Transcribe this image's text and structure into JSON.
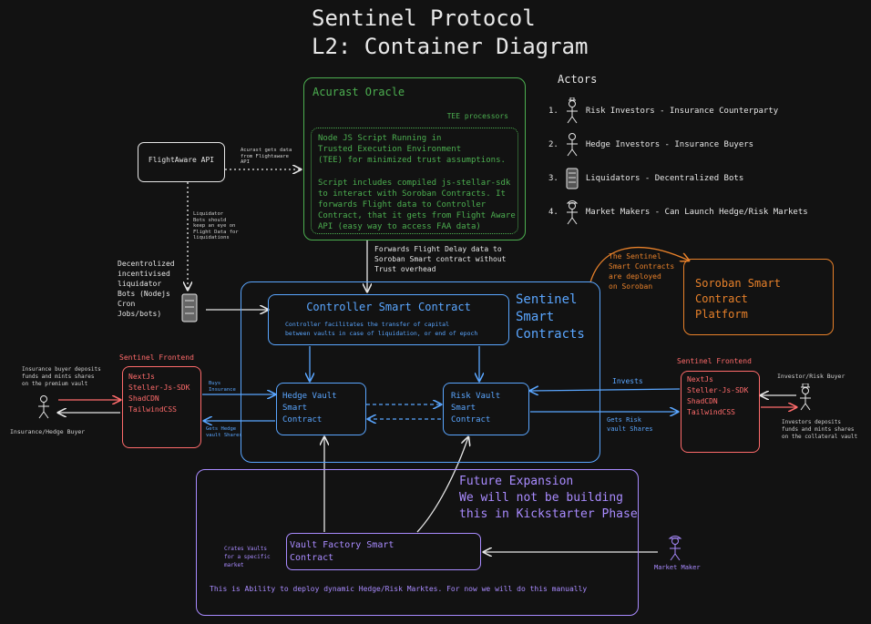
{
  "title": {
    "line1": "Sentinel Protocol",
    "line2": "L2: Container Diagram"
  },
  "actors": {
    "heading": "Actors",
    "items": [
      {
        "num": "1.",
        "label": "Risk Investors - Insurance Counterparty"
      },
      {
        "num": "2.",
        "label": "Hedge Investors - Insurance Buyers"
      },
      {
        "num": "3.",
        "label": "Liquidators - Decentralized Bots"
      },
      {
        "num": "4.",
        "label": "Market Makers - Can Launch Hedge/Risk Markets"
      }
    ]
  },
  "oracle": {
    "title": "Acurast Oracle",
    "tee_label": "TEE processors",
    "desc1": "Node JS Script Running in\nTrusted Execution Environment\n(TEE) for minimized trust assumptions.",
    "desc2": "Script includes compiled js-stellar-sdk\nto interact with Soroban Contracts. It\nforwards Flight data to Controller\nContract, that it gets from Flight Aware\nAPI (easy way to access FAA data)",
    "forward_note": "Forwards Flight Delay data to\nSoroban Smart contract without\nTrust overhead"
  },
  "flightaware": {
    "label": "FlightAware API",
    "note_to_oracle": "Acurast gets data\nfrom Flightaware\nAPI",
    "note_to_bots": "Liquidator\nBots should\nkeep an eye on\nFlight Data for\nliquidations"
  },
  "bots": {
    "label": "Decentrolized\nincentivised\nliquidator\nBots (Nodejs\nCron\nJobs/bots)"
  },
  "sentinel_contracts": {
    "title": "Sentinel\nSmart\nContracts",
    "controller_title": "Controller Smart Contract",
    "controller_desc": "Controller facilitates the transfer of capital\nbetween vaults in case of liquidation, or end of epoch",
    "hedge_vault": "Hedge Vault\nSmart\nContract",
    "risk_vault": "Risk Vault\nSmart\nContract"
  },
  "soroban": {
    "label": "Soroban Smart\nContract\nPlatform",
    "note": "The Sentinel\nSmart Contracts\nare deployed\non Soroban"
  },
  "frontend_left": {
    "title": "Sentinel Frontend",
    "stack": "NextJs\nSteller-Js-SDK\nShadCDN\nTailwindCSS",
    "buys_insurance": "Buys\nInsurance",
    "gets_shares": "Gets Hedge\nvault Shares"
  },
  "frontend_right": {
    "title": "Sentinel Frontend",
    "stack": "NextJs\nSteller-Js-SDK\nShadCDN\nTailwindCSS",
    "invests": "Invests",
    "gets_risk": "Gets Risk\nvault Shares"
  },
  "insurance_buyer": {
    "note": "Insurance buyer deposits\nfunds and mints shares\non the premium vault",
    "label": "Insurance/Hedge Buyer"
  },
  "investor": {
    "label": "Investor/Risk Buyer",
    "note": "Investors deposits\nfunds and mints shares\non the collateral vault"
  },
  "future": {
    "title": "Future Expansion\nWe will not be building\nthis in Kickstarter Phase",
    "factory": "Vault Factory Smart\nContract",
    "crates_note": "Crates Vaults\nfor a specific\nmarket",
    "footer": "This is Ability to deploy dynamic Hedge/Risk Marktes. For now we will do this manually"
  },
  "market_maker": {
    "label": "Market Maker"
  },
  "colors": {
    "background": "#121212",
    "green": "#4caf50",
    "blue": "#5aa6ff",
    "red": "#ff6b6b",
    "orange": "#e8812a",
    "purple": "#a98bff"
  }
}
